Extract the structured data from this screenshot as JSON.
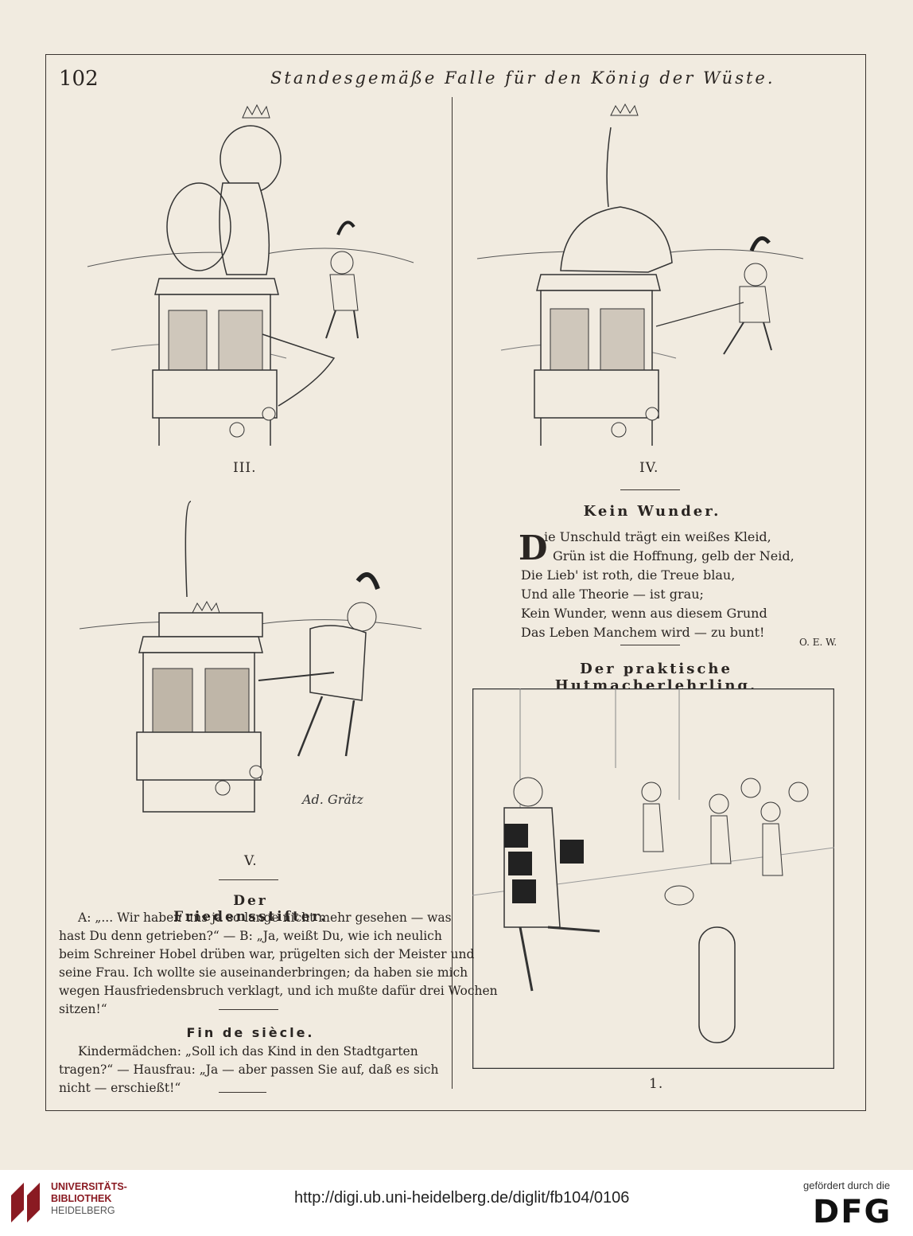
{
  "page": {
    "number": "102",
    "title": "Standesgemäße Falle für den König der Wüste."
  },
  "illustrations": {
    "iii": {
      "caption": "III."
    },
    "iv": {
      "caption": "IV."
    },
    "v": {
      "caption": "V.",
      "signature": "Ad. Grätz"
    },
    "hatmaker": {
      "caption": "1."
    }
  },
  "poem": {
    "title": "Kein Wunder.",
    "dropcap": "D",
    "lines": [
      "ie Unschuld trägt ein weißes Kleid,",
      "Grün ist die Hoffnung, gelb der Neid,",
      "Die Lieb' ist roth, die Treue blau,",
      "Und alle Theorie — ist grau;",
      "Kein Wunder, wenn aus diesem Grund",
      "Das Leben Manchem wird — zu bunt!"
    ],
    "author": "O. E. W."
  },
  "hatmaker_title": "Der praktische Hutmacherlehrling.",
  "friedensstifter": {
    "title": "Der Friedensstifter.",
    "lines": [
      "A: „... Wir haben uns ja so lange nicht mehr gesehen — was",
      "hast Du denn getrieben?“ — B: „Ja, weißt Du, wie ich neulich",
      "beim Schreiner Hobel drüben war, prügelten sich der Meister und",
      "seine Frau. Ich wollte sie auseinanderbringen; da haben sie mich",
      "wegen Hausfriedensbruch verklagt, und ich mußte dafür drei Wochen",
      "sitzen!“"
    ]
  },
  "fin_de_siecle": {
    "title": "Fin de siècle.",
    "lines": [
      "Kindermädchen: „Soll ich das Kind in den Stadtgarten",
      "tragen?“ — Hausfrau: „Ja — aber passen Sie auf, daß es sich",
      "nicht — erschießt!“"
    ]
  },
  "footer": {
    "uni_line1": "UNIVERSITÄTS-",
    "uni_line2": "BIBLIOTHEK",
    "uni_line3": "HEIDELBERG",
    "url": "http://digi.ub.uni-heidelberg.de/diglit/fb104/0106",
    "sponsor_label": "gefördert durch die",
    "sponsor": "DFG"
  }
}
